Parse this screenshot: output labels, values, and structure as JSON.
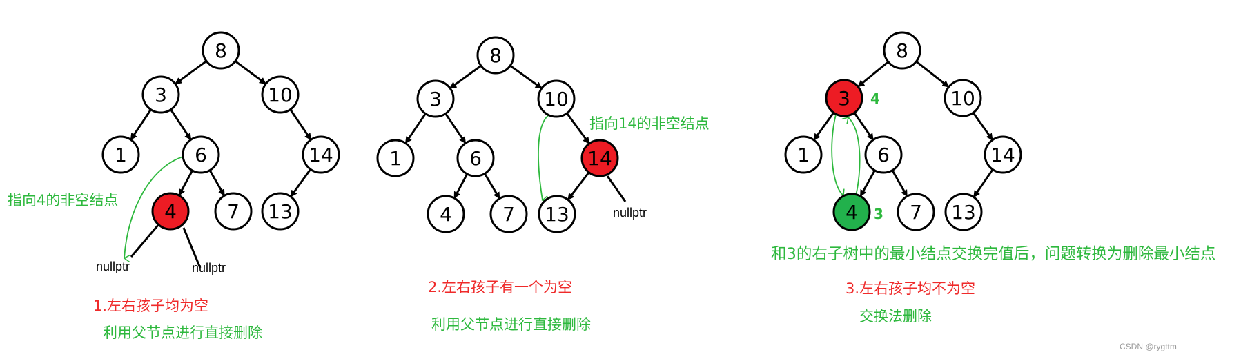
{
  "colors": {
    "delete": "#ed1c24",
    "swap": "#22b14c",
    "annotation": "#2db83d",
    "caption": "#ef2a2a"
  },
  "trees": [
    {
      "nodes": {
        "n8": "8",
        "n3": "3",
        "n10": "10",
        "n1": "1",
        "n6": "6",
        "n14": "14",
        "n4": "4",
        "n7": "7",
        "n13": "13"
      },
      "highlight": {
        "n4": "delete"
      },
      "null_labels": [
        "nullptr",
        "nullptr"
      ],
      "annotation": "指向4的非空结点",
      "caption": "1.左右孩子均为空",
      "method": "利用父节点进行直接删除"
    },
    {
      "nodes": {
        "n8": "8",
        "n3": "3",
        "n10": "10",
        "n1": "1",
        "n6": "6",
        "n14": "14",
        "n4": "4",
        "n7": "7",
        "n13": "13"
      },
      "highlight": {
        "n14": "delete"
      },
      "null_labels": [
        "nullptr"
      ],
      "annotation": "指向14的非空结点",
      "caption": "2.左右孩子有一个为空",
      "method": "利用父节点进行直接删除"
    },
    {
      "nodes": {
        "n8": "8",
        "n3": "3",
        "n10": "10",
        "n1": "1",
        "n6": "6",
        "n14": "14",
        "n4": "4",
        "n7": "7",
        "n13": "13"
      },
      "highlight": {
        "n3": "delete",
        "n4": "swap"
      },
      "swap_labels": {
        "n3": "4",
        "n4": "3"
      },
      "annotation": "和3的右子树中的最小结点交换完值后，问题转换为删除最小结点",
      "caption": "3.左右孩子均不为空",
      "method": "交换法删除"
    }
  ],
  "watermark": "CSDN @rygttm"
}
